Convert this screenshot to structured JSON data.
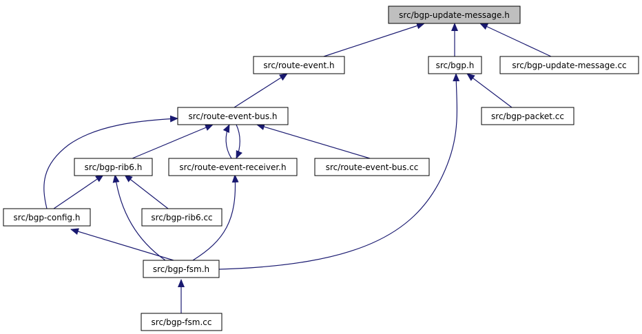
{
  "diagram": {
    "colors": {
      "edge": "#191970",
      "node_fill": "#ffffff",
      "root_fill": "#bfbfbf",
      "node_border": "#000000"
    },
    "nodes": {
      "update_message_h": "src/bgp-update-message.h",
      "route_event_h": "src/route-event.h",
      "bgp_h": "src/bgp.h",
      "update_message_cc": "src/bgp-update-message.cc",
      "route_event_bus_h": "src/route-event-bus.h",
      "bgp_packet_cc": "src/bgp-packet.cc",
      "bgp_rib6_h": "src/bgp-rib6.h",
      "route_event_receiver_h": "src/route-event-receiver.h",
      "route_event_bus_cc": "src/route-event-bus.cc",
      "bgp_config_h": "src/bgp-config.h",
      "bgp_rib6_cc": "src/bgp-rib6.cc",
      "bgp_fsm_h": "src/bgp-fsm.h",
      "bgp_fsm_cc": "src/bgp-fsm.cc"
    },
    "root_node": "update_message_h",
    "edges": [
      {
        "from": "route_event_h",
        "to": "update_message_h"
      },
      {
        "from": "bgp_h",
        "to": "update_message_h"
      },
      {
        "from": "update_message_cc",
        "to": "update_message_h"
      },
      {
        "from": "route_event_bus_h",
        "to": "route_event_h"
      },
      {
        "from": "bgp_packet_cc",
        "to": "bgp_h"
      },
      {
        "from": "bgp_fsm_h",
        "to": "bgp_h"
      },
      {
        "from": "bgp_rib6_h",
        "to": "route_event_bus_h"
      },
      {
        "from": "route_event_receiver_h",
        "to": "route_event_bus_h"
      },
      {
        "from": "route_event_bus_h",
        "to": "route_event_receiver_h"
      },
      {
        "from": "route_event_bus_cc",
        "to": "route_event_bus_h"
      },
      {
        "from": "bgp_config_h",
        "to": "route_event_bus_h"
      },
      {
        "from": "bgp_config_h",
        "to": "bgp_rib6_h"
      },
      {
        "from": "bgp_rib6_cc",
        "to": "bgp_rib6_h"
      },
      {
        "from": "bgp_fsm_h",
        "to": "bgp_rib6_h"
      },
      {
        "from": "bgp_fsm_h",
        "to": "route_event_receiver_h"
      },
      {
        "from": "bgp_fsm_h",
        "to": "bgp_config_h"
      },
      {
        "from": "bgp_fsm_cc",
        "to": "bgp_fsm_h"
      }
    ]
  }
}
